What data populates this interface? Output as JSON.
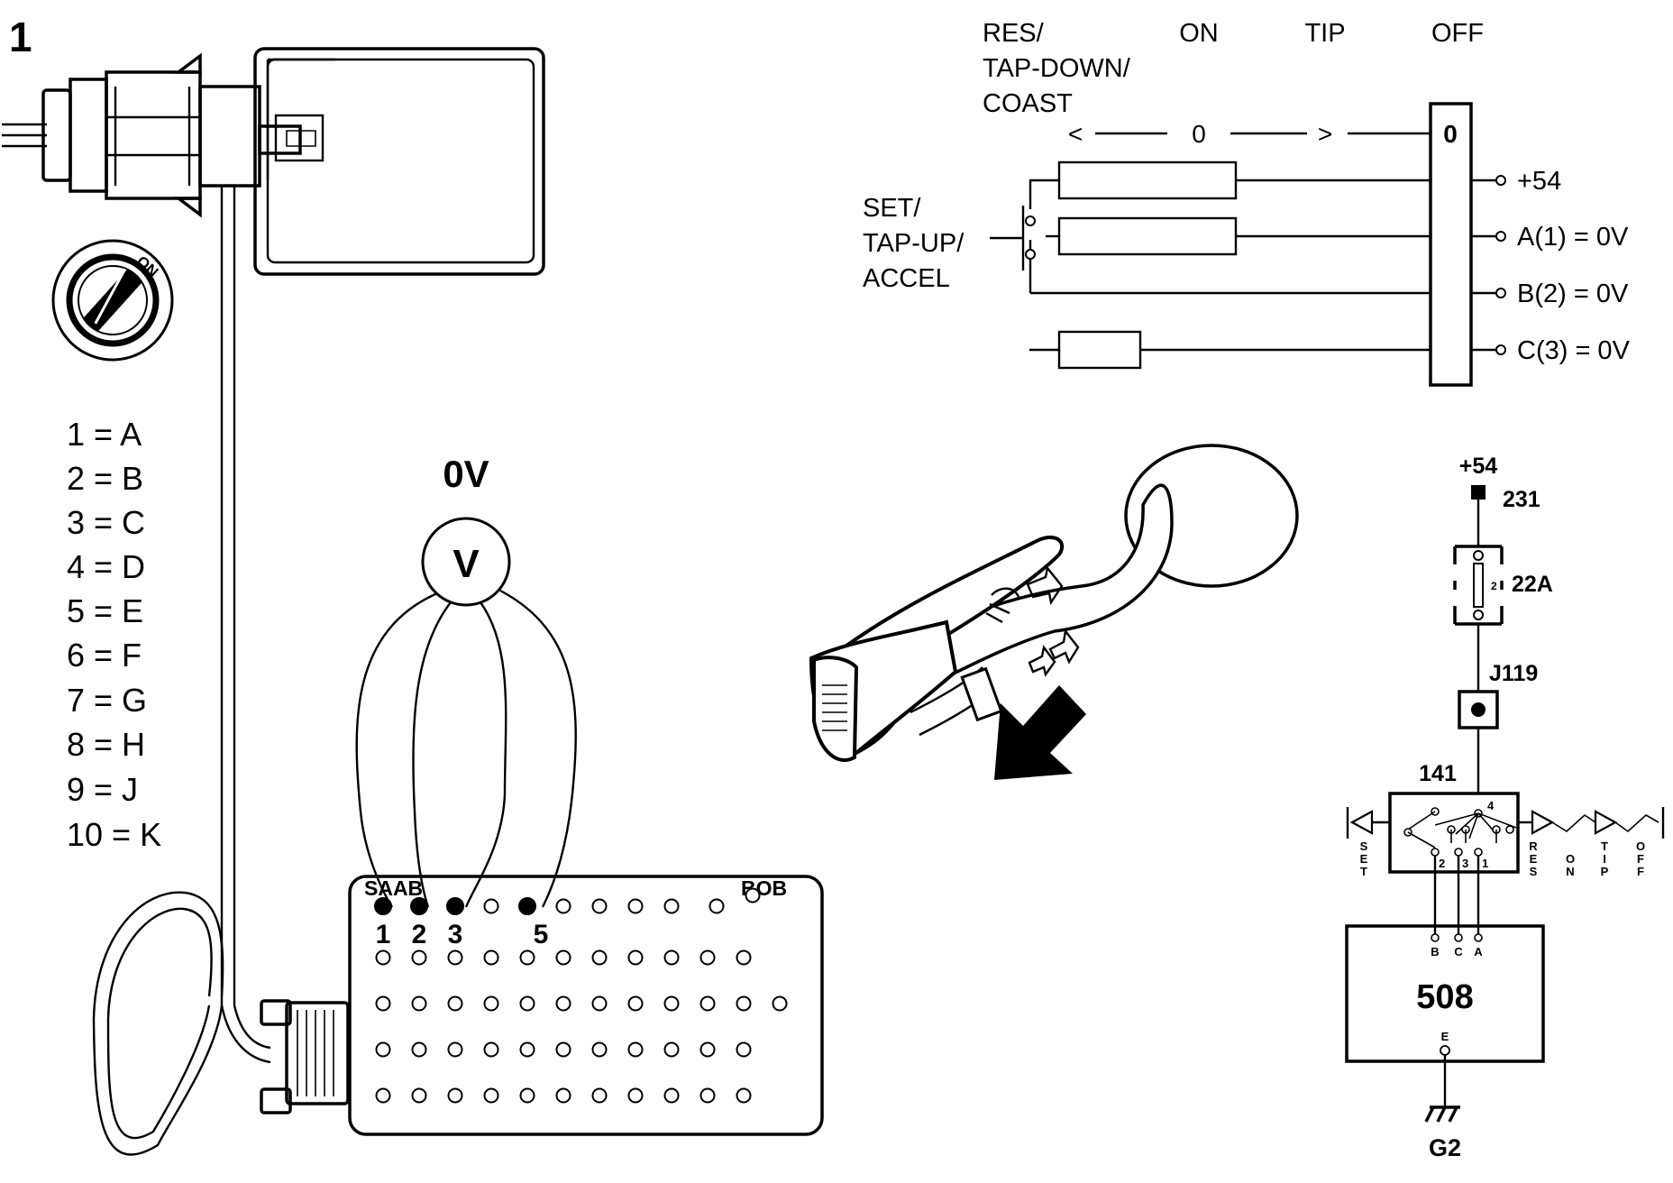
{
  "figure_number": "1",
  "ignition_switch": {
    "on_label": "ON"
  },
  "pin_map": [
    "1 = A",
    "2 = B",
    "3 = C",
    "4 = D",
    "5 = E",
    "6 = F",
    "7 = G",
    "8 = H",
    "9 = J",
    "10 = K"
  ],
  "voltmeter": {
    "reading": "0V",
    "symbol": "V"
  },
  "breakout_box": {
    "brand_left": "SAAB",
    "brand_right": "BOB",
    "probed_pin_labels": [
      "1",
      "2",
      "3",
      "5"
    ]
  },
  "switch_diagram": {
    "positions": [
      "ON",
      "TIP",
      "OFF"
    ],
    "res_label": [
      "RES/",
      "TAP-DOWN/",
      "COAST"
    ],
    "set_label": [
      "SET/",
      "TAP-UP/",
      "ACCEL"
    ],
    "neutral_marker": "0",
    "arrow_left": "<",
    "arrow_right": ">",
    "switch_box_value": "0",
    "outputs": [
      "+54",
      "A(1) = 0V",
      "B(2) = 0V",
      "C(3) = 0V"
    ]
  },
  "schematic": {
    "supply": "+54",
    "wire_231": "231",
    "fuse": "22A",
    "fuse_number": "2",
    "junction": "J119",
    "switch_unit": "141",
    "switch_pin_top": "4",
    "switch_pins_bottom": [
      "2",
      "3",
      "1"
    ],
    "left_label": "SET",
    "right_labels": [
      "RES",
      "ON",
      "TIP",
      "OFF"
    ],
    "module": "508",
    "module_pins": [
      "B",
      "C",
      "A"
    ],
    "module_ground_pin": "E",
    "ground": "G2"
  }
}
